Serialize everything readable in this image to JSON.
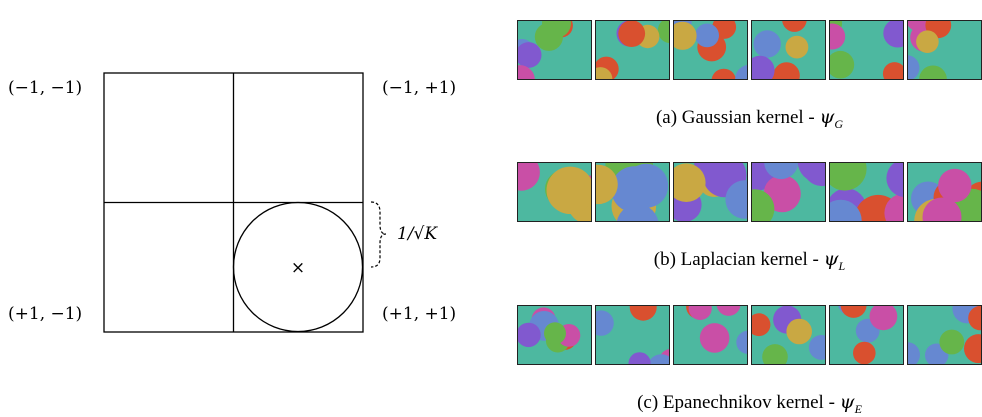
{
  "diagram": {
    "corner_labels": {
      "top_left": "(−1, −1)",
      "top_right": "(−1, +1)",
      "bottom_left": "(+1, −1)",
      "bottom_right": "(+1, +1)"
    },
    "brace_label": "1/√K",
    "center_mark": "×"
  },
  "panels": [
    {
      "caption_text": "(a) Gaussian kernel - ",
      "symbol": "ψ",
      "subscript": "G"
    },
    {
      "caption_text": "(b) Laplacian kernel - ",
      "symbol": "ψ",
      "subscript": "L"
    },
    {
      "caption_text": "(c) Epanechnikov kernel - ",
      "symbol": "ψ",
      "subscript": "E"
    }
  ],
  "colors": {
    "background_teal": "#4db8a0",
    "magenta": "#c94fa6",
    "purple": "#8159cf",
    "orange_red": "#d9502f",
    "green": "#66b54a",
    "blue": "#6688d1",
    "gold": "#c9a843"
  }
}
